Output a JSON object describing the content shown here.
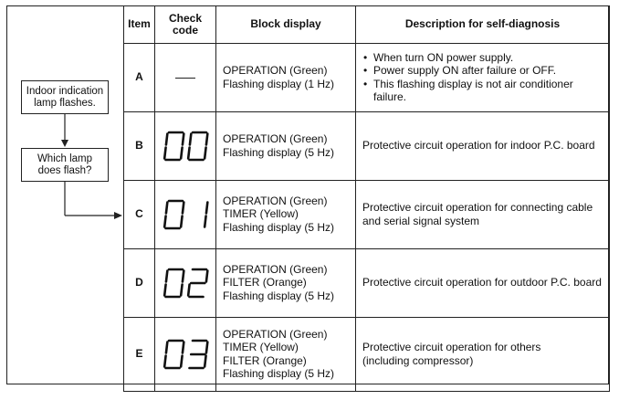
{
  "flow": {
    "box1": "Indoor indication lamp flashes.",
    "box2": "Which lamp does flash?"
  },
  "table": {
    "headers": {
      "item": "Item",
      "code": "Check code",
      "block": "Block display",
      "desc": "Description for self-diagnosis"
    },
    "rows": [
      {
        "item": "A",
        "code": "—",
        "block": [
          "OPERATION (Green)",
          "Flashing display (1 Hz)"
        ],
        "desc": [
          "When turn ON power supply.",
          "Power supply ON after failure or OFF.",
          "This flashing display is not air conditioner failure."
        ]
      },
      {
        "item": "B",
        "code": "00",
        "block": [
          "OPERATION (Green)",
          "Flashing display (5 Hz)"
        ],
        "desc": [
          "Protective circuit operation for indoor P.C. board"
        ]
      },
      {
        "item": "C",
        "code": "01",
        "block": [
          "OPERATION (Green)",
          "TIMER (Yellow)",
          "Flashing display (5 Hz)"
        ],
        "desc": [
          "Protective circuit operation for connecting cable",
          "and serial signal system"
        ]
      },
      {
        "item": "D",
        "code": "02",
        "block": [
          "OPERATION (Green)",
          "FILTER (Orange)",
          "Flashing display (5 Hz)"
        ],
        "desc": [
          "Protective circuit operation for outdoor P.C. board"
        ]
      },
      {
        "item": "E",
        "code": "03",
        "block": [
          "OPERATION (Green)",
          "TIMER (Yellow)",
          "FILTER (Orange)",
          "Flashing display (5 Hz)"
        ],
        "desc": [
          "Protective circuit operation for others",
          "(including compressor)"
        ]
      }
    ]
  }
}
